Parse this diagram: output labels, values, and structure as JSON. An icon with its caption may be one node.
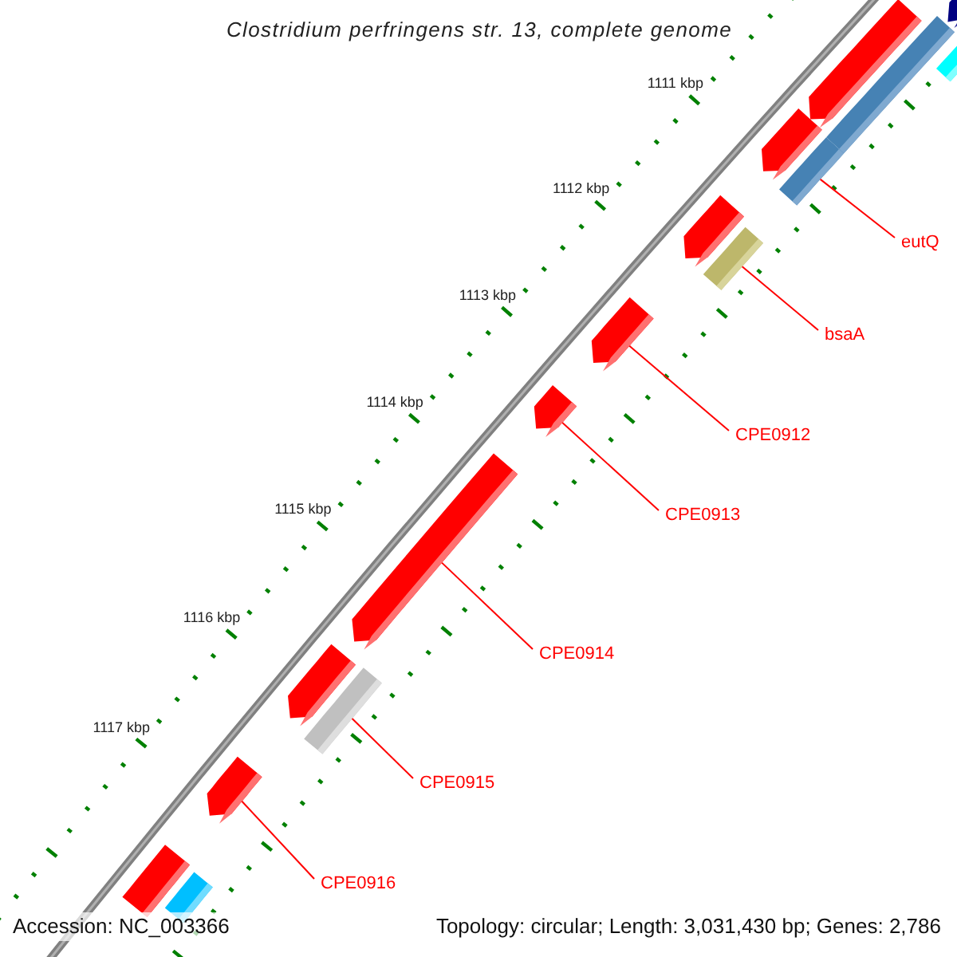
{
  "diagram": {
    "title": "Clostridium perfringens str. 13, complete genome",
    "nodes": [
      {
        "text": [
          "eutQ"
        ]
      },
      {
        "text": [],
        "shape": "bar"
      },
      {
        "text": [
          "bsaA"
        ]
      },
      {
        "text": [],
        "shape": "bar"
      },
      {
        "text": [
          "CPE0912"
        ]
      },
      {
        "text": [],
        "shape": "pentagon"
      },
      {
        "text": [
          "CPE0913"
        ]
      },
      {
        "text": [],
        "shape": "pentagon"
      },
      {
        "text": [
          "CPE0914"
        ]
      },
      {
        "text": [],
        "shape": "pentagon"
      },
      {
        "text": [
          "CPE0915"
        ]
      },
      {
        "text": [],
        "shape": "bar"
      },
      {
        "text": [
          "CPE0916"
        ]
      },
      {
        "text": [],
        "shape": "pentagon"
      },
      {
        "text": [],
        "shape": "pentagon"
      },
      {
        "text": [],
        "shape": "bar"
      },
      {
        "text": [],
        "shape": "pentagon"
      },
      {
        "text": [],
        "shape": "bar"
      },
      {
        "text": [],
        "shape": "pentagon"
      },
      {
        "text": [],
        "shape": "pentagon"
      },
      {
        "text": [],
        "shape": "pentagon"
      },
      {
        "text": [],
        "shape": "bar"
      },
      {
        "text": [],
        "shape": "bar"
      }
    ],
    "edges": [
      {
        "from": 0,
        "to": 1,
        "arrow": "none"
      },
      {
        "from": 2,
        "to": 3,
        "arrow": "none"
      },
      {
        "from": 4,
        "to": 5,
        "arrow": "none"
      },
      {
        "from": 6,
        "to": 7,
        "arrow": "none"
      },
      {
        "from": 8,
        "to": 9,
        "arrow": "none"
      },
      {
        "from": 10,
        "to": 11,
        "arrow": "none"
      },
      {
        "from": 12,
        "to": 13,
        "arrow": "none"
      }
    ],
    "labels": [
      "1111 kbp",
      "1112 kbp",
      "1113 kbp",
      "1114 kbp",
      "1115 kbp",
      "1116 kbp",
      "1117 kbp",
      "Accession: NC_003366",
      "Topology: circular; Length: 3,031,430 bp; Genes: 2,786"
    ]
  }
}
